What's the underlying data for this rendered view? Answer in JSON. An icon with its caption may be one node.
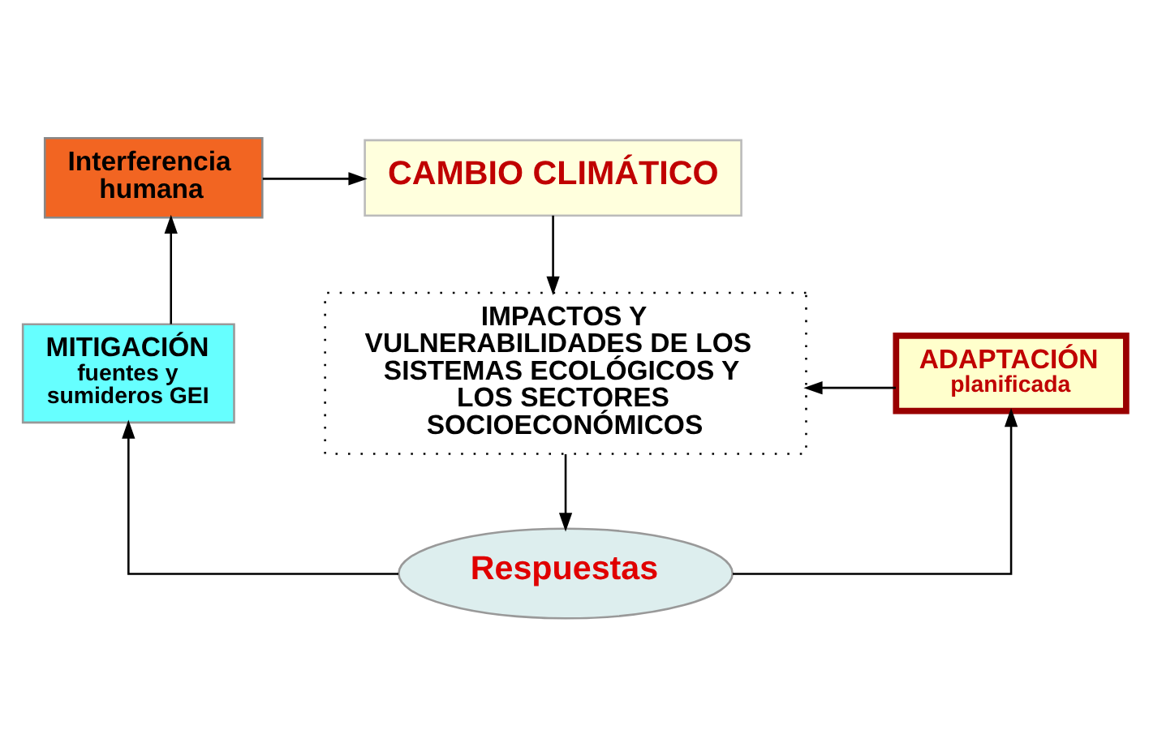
{
  "diagram": {
    "nodes": [
      {
        "text": [
          "Interferencia humana"
        ]
      },
      {
        "text": [
          "CAMBIO CLIMÁTICO"
        ]
      },
      {
        "text": [
          "IMPACTOS Y VULNERABILIDADES DE LOS SISTEMAS ECOLÓGICOS Y LOS SECTORES SOCIOECONÓMICOS"
        ]
      },
      {
        "text": [
          "MITIGACIÓN",
          "fuentes y sumideros GEI"
        ]
      },
      {
        "text": [
          "ADAPTACIÓN",
          "planificada"
        ]
      },
      {
        "text": [
          "Respuestas"
        ]
      }
    ],
    "edges": [
      {
        "from": 0,
        "to": 1,
        "arrow": "to"
      },
      {
        "from": 1,
        "to": 2,
        "arrow": "to"
      },
      {
        "from": 2,
        "to": 5,
        "arrow": "to"
      },
      {
        "from": 5,
        "to": 3,
        "arrow": "to"
      },
      {
        "from": 5,
        "to": 4,
        "arrow": "to"
      },
      {
        "from": 3,
        "to": 0,
        "arrow": "to"
      },
      {
        "from": 4,
        "to": 2,
        "arrow": "to"
      }
    ]
  }
}
